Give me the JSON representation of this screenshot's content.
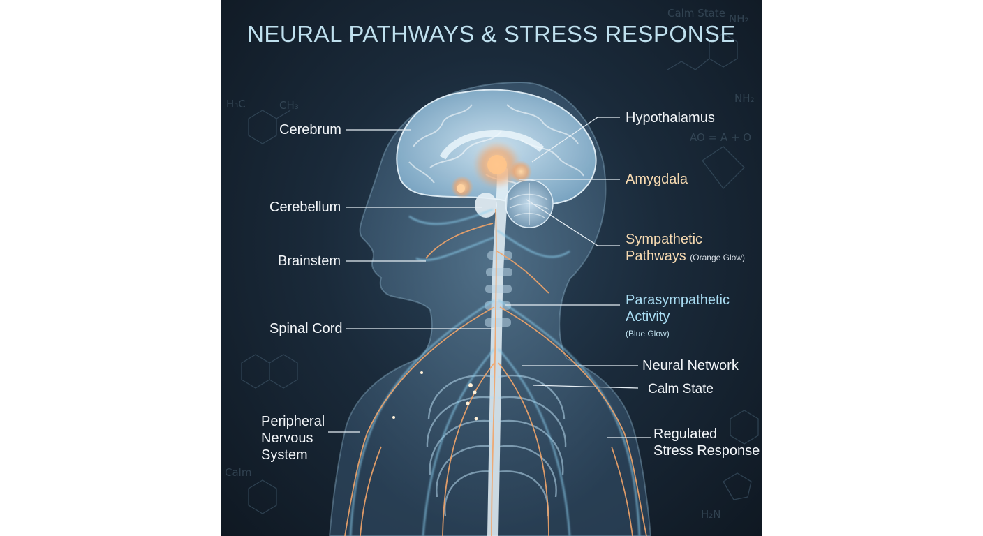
{
  "title": "NEURAL PATHWAYS & STRESS RESPONSE",
  "labels": {
    "cerebrum": "Cerebrum",
    "cerebellum": "Cerebellum",
    "brainstem": "Brainstem",
    "spinal_cord": "Spinal Cord",
    "peripheral_line1": "Peripheral",
    "peripheral_line2": "Nervous",
    "peripheral_line3": "System",
    "hypothalamus": "Hypothalamus",
    "amygdala": "Amygdala",
    "sympathetic_line1": "Sympathetic",
    "sympathetic_line2": "Pathways",
    "sympathetic_note": "(Orange Glow)",
    "parasympathetic_line1": "Parasympathetic",
    "parasympathetic_line2": "Activity",
    "parasympathetic_note": "(Blue Glow)",
    "neural_network": "Neural Network",
    "calm_state": "Calm State",
    "regulated_line1": "Regulated",
    "regulated_line2": "Stress Response"
  },
  "background_chemistry": {
    "h3c": "H₃C",
    "ch3": "CH₃",
    "nh2_top": "NH₂",
    "nh2_right": "NH₂",
    "formula": "AO = A + O",
    "calm_state": "Calm State",
    "calm": "Calm",
    "h2n": "H₂N"
  },
  "colors": {
    "sympathetic": "#f2a56a",
    "parasympathetic": "#8ccfee",
    "background": "#1a2a3a"
  }
}
